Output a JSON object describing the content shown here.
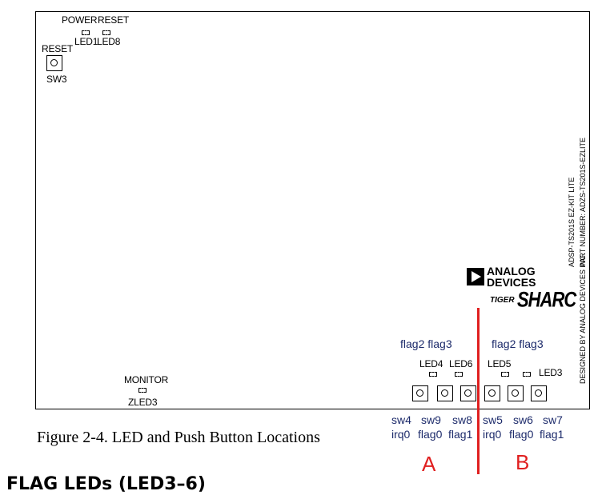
{
  "board": {
    "power_label": "POWER",
    "reset_top_label": "RESET",
    "led1_label": "LED1",
    "led8_label": "LED8",
    "reset_button_label": "RESET",
    "sw3_label": "SW3",
    "monitor_label": "MONITOR",
    "zled3_label": "ZLED3",
    "led4_label": "LED4",
    "led6_label": "LED6",
    "led5_label": "LED5",
    "led3_label": "LED3",
    "brand_line1": "ANALOG",
    "brand_line2": "DEVICES",
    "logo_prefix": "TIGER",
    "logo_main": "SHARC",
    "vertical_line1": "ADSP-TS201S EZ-KIT LITE",
    "vertical_line2": "PART NUMBER: ADZS-TS201S-EZLITE",
    "vertical_line3": "DESIGNED BY ANALOG DEVICES INC."
  },
  "annotations": {
    "flag_group_a": "flag2 flag3",
    "flag_group_b": "flag2 flag3",
    "switches_row": [
      "sw4",
      "sw9",
      "sw8",
      "sw5",
      "sw6",
      "sw7"
    ],
    "signals_row": [
      "irq0",
      "flag0",
      "flag1",
      "irq0",
      "flag0",
      "flag1"
    ],
    "group_a": "A",
    "group_b": "B",
    "divider_color": "#e02020",
    "text_color": "#1d2b6b"
  },
  "caption": "Figure 2-4. LED and Push Button Locations",
  "section_heading": "FLAG LEDs (LED3–6)"
}
